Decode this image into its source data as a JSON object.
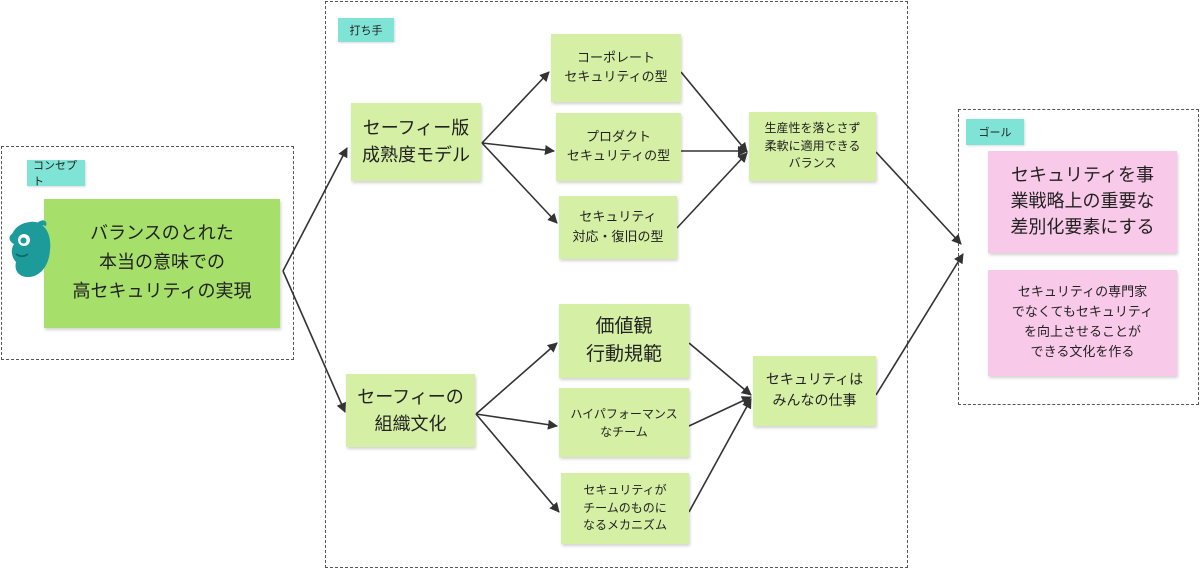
{
  "sections": {
    "concept": "コンセプト",
    "measures": "打ち手",
    "goal": "ゴール"
  },
  "concept_note": "バランスのとれた\n本当の意味での\n高セキュリティの実現",
  "maturity_model": "セーフィー版\n成熟度モデル",
  "org_culture": "セーフィーの\n組織文化",
  "types": {
    "corporate": "コーポレート\nセキュリティの型",
    "product": "プロダクト\nセキュリティの型",
    "response": "セキュリティ\n対応・復旧の型"
  },
  "balance": "生産性を落とさず\n柔軟に適用できる\nバランス",
  "culture_items": {
    "values": "価値観\n行動規範",
    "team": "ハイパフォーマンス\nなチーム",
    "mechanism": "セキュリティが\nチームのものに\nなるメカニズム"
  },
  "everyone_job": "セキュリティは\nみんなの仕事",
  "goals": {
    "strategy": "セキュリティを事\n業戦略上の重要な\n差別化要素にする",
    "culture": "セキュリティの専門家\nでなくてもセキュリティ\nを向上させることが\nできる文化を作る"
  },
  "colors": {
    "note_green": "#d5f0a4",
    "concept_green": "#a6e06a",
    "goal_pink": "#f9c9ea",
    "tag_teal": "#7fe3d6",
    "mascot_teal": "#1d9a9a"
  },
  "icons": [
    "bird-mascot-icon"
  ]
}
